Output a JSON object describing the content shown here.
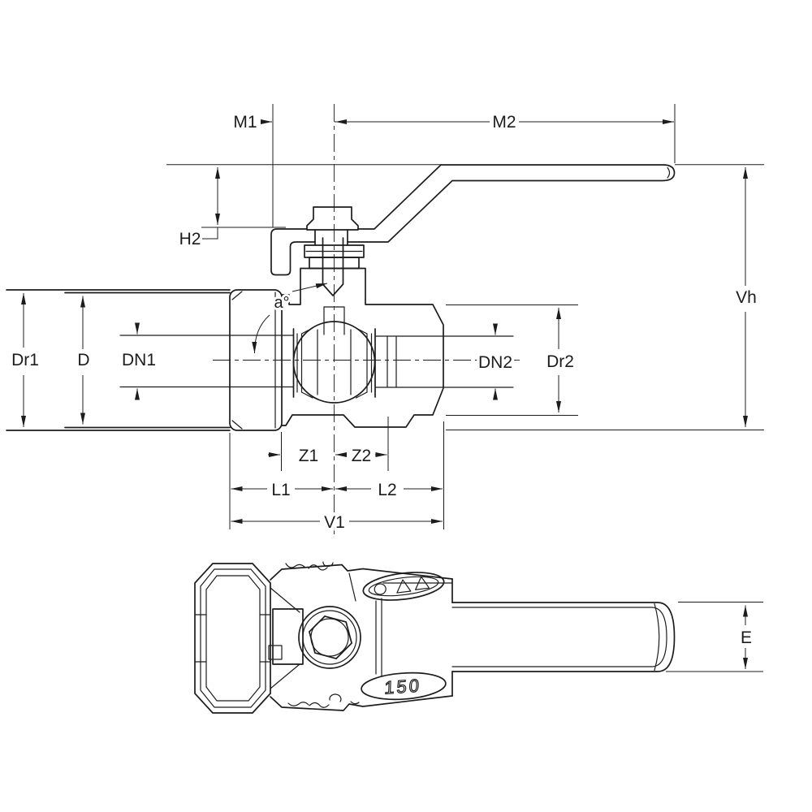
{
  "drawing": {
    "background": "#ffffff",
    "line_color": "#1c1c1c",
    "labels": {
      "m1": "M1",
      "m2": "M2",
      "h2": "H2",
      "vh": "Vh",
      "dr1": "Dr1",
      "d": "D",
      "dn1": "DN1",
      "dn2": "DN2",
      "dr2": "Dr2",
      "angle": "a°",
      "z1": "Z1",
      "z2": "Z2",
      "l1": "L1",
      "l2": "L2",
      "v1": "V1",
      "e": "E"
    },
    "top_view": {
      "cast_marking": "150"
    }
  }
}
